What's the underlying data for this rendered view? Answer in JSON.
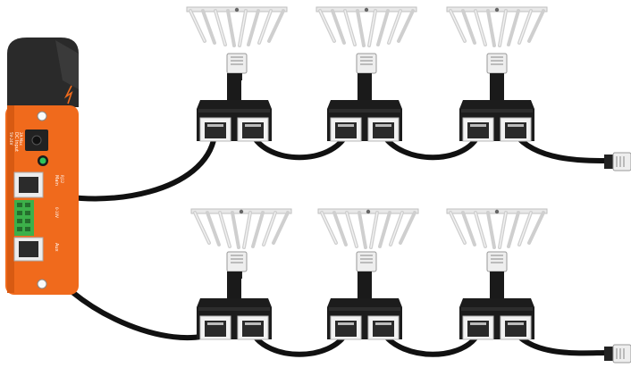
{
  "controller": {
    "body_color": "#f06a1c",
    "top_color": "#2a2a2a",
    "labels": {
      "dc_in": "DC Input",
      "dc_in_sub1": "5V-24V",
      "dc_in_sub2": "2A Max",
      "main_in": "Main",
      "main_out": "RJ12",
      "aux": "Aux",
      "signal": "0-10V",
      "port_a": "Main",
      "port_b": "Aux"
    }
  },
  "lights": {
    "fixture_color": "#dcdcdc",
    "rows": [
      {
        "row": "top",
        "fixtures": 3
      },
      {
        "row": "bottom",
        "fixtures": 3
      }
    ]
  },
  "cable_color": "#111111",
  "splitter_color": "#1a1a1a"
}
